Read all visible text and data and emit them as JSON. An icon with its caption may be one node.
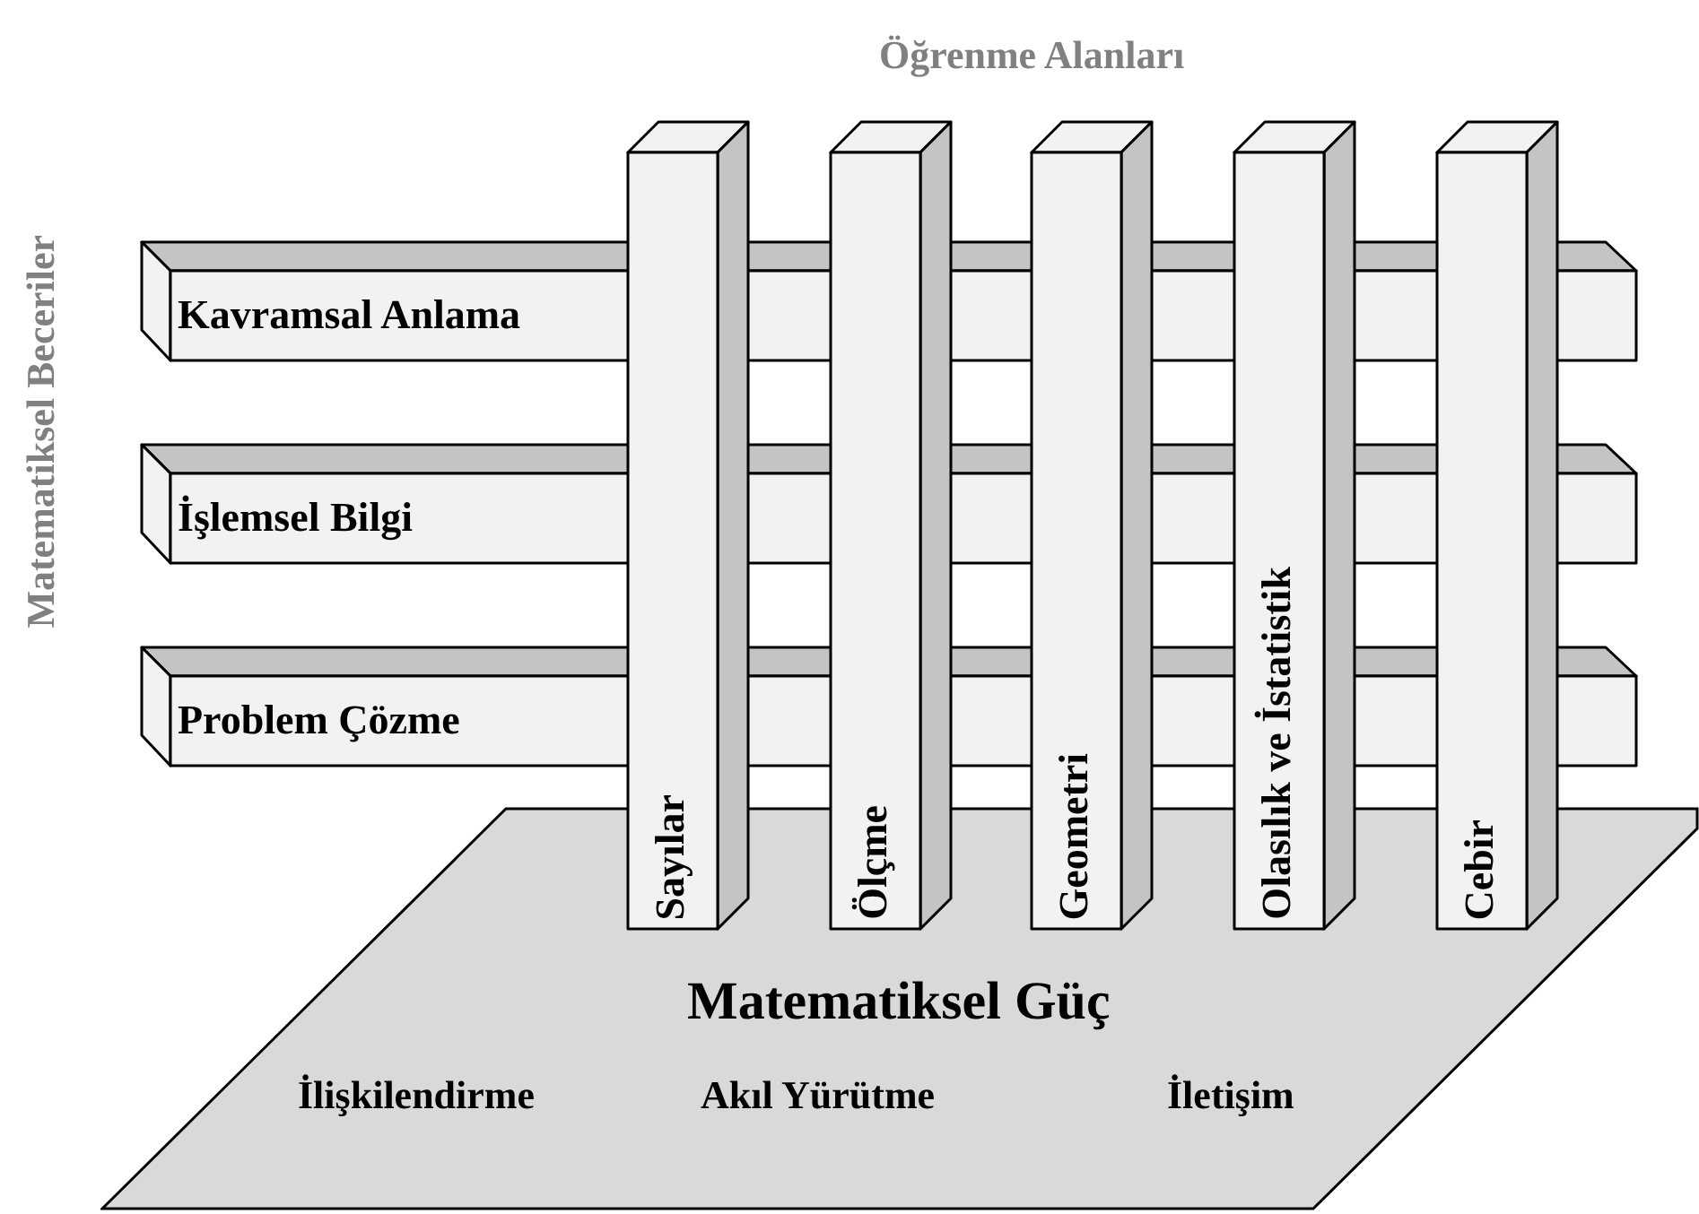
{
  "diagram": {
    "nodes": [
      {
        "text": [
          "Matematiksel Güç",
          "İlişkilendirme",
          "Akıl Yürütme",
          "İletişim"
        ]
      },
      {
        "text": [
          "Kavramsal Anlama"
        ]
      },
      {
        "text": [
          "İşlemsel Bilgi"
        ]
      },
      {
        "text": [
          "Problem Çözme"
        ]
      },
      {
        "text": [
          "Sayılar"
        ]
      },
      {
        "text": [
          "Ölçme"
        ]
      },
      {
        "text": [
          "Geometri"
        ]
      },
      {
        "text": [
          "Olasılık ve İstatistik"
        ]
      },
      {
        "text": [
          "Cebir"
        ]
      }
    ],
    "labels": [
      "Öğrenme Alanları",
      "Matematiksel Beceriler"
    ]
  }
}
